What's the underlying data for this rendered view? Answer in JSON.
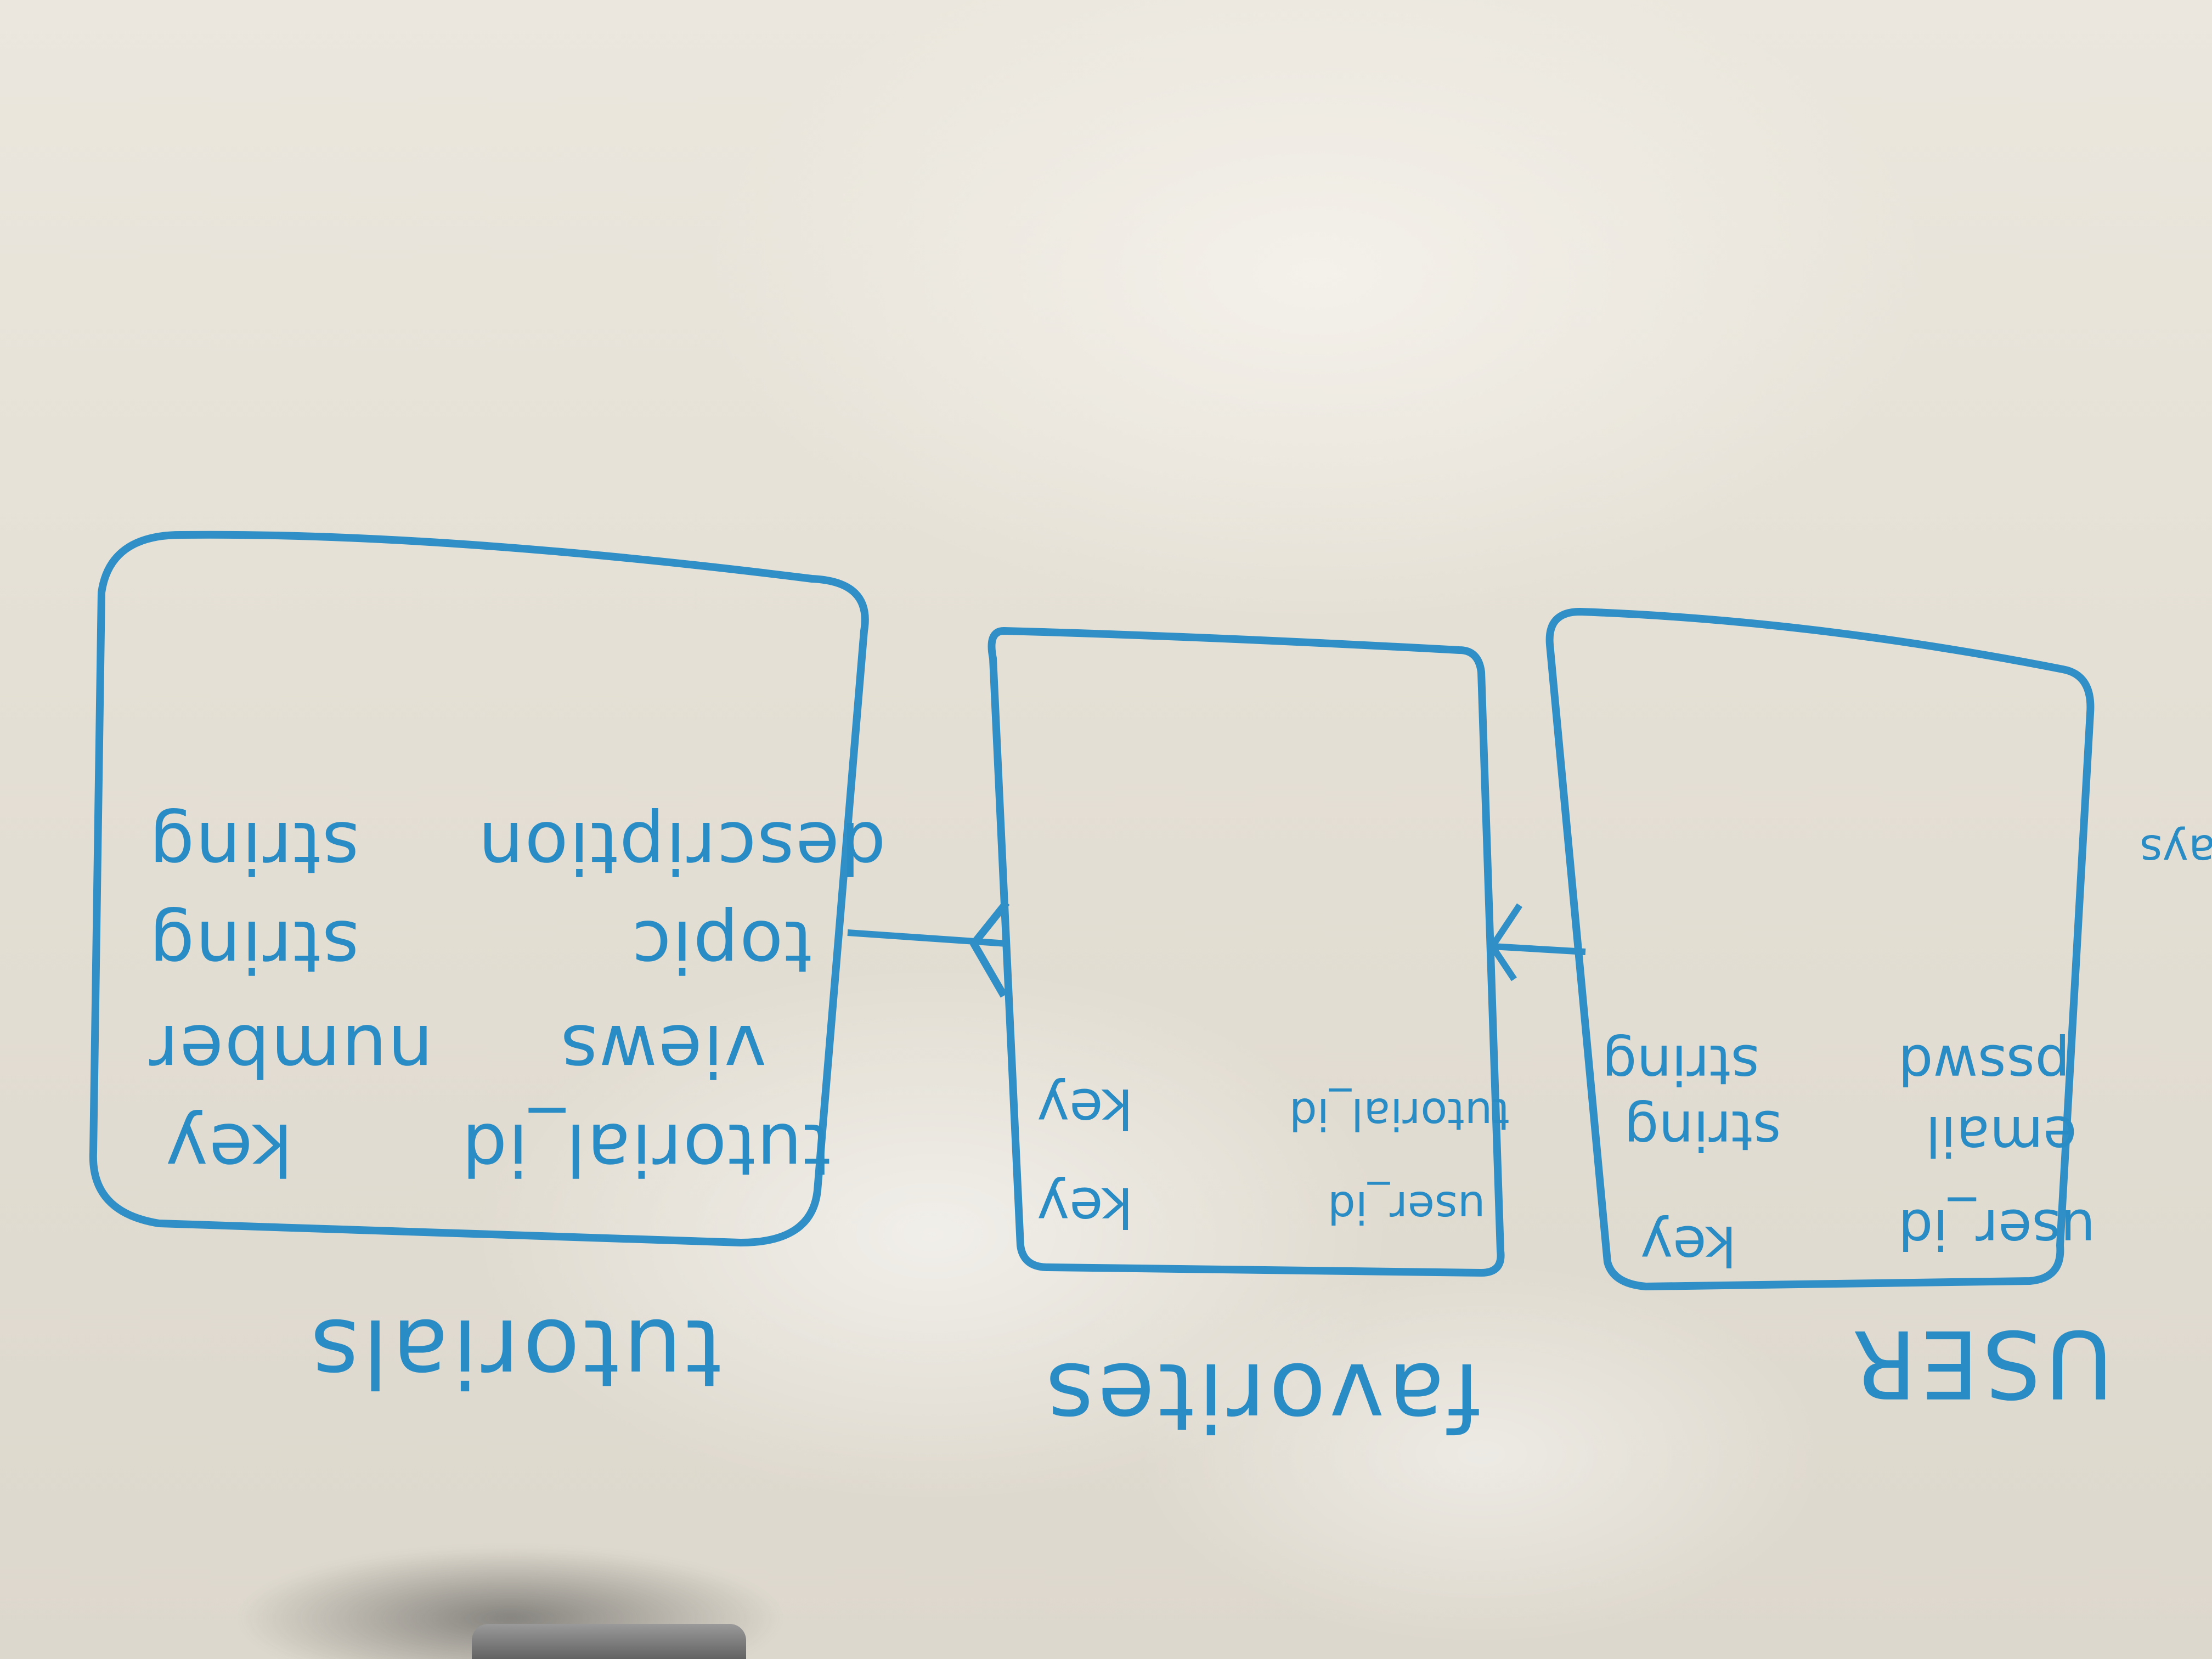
{
  "ink_color": "#2a8cc4",
  "entities": {
    "tutorials": {
      "title": "tutorials",
      "rows": [
        {
          "field": "tutorial_id",
          "type": "key"
        },
        {
          "field": "views",
          "type": "number"
        },
        {
          "field": "topic",
          "type": "string"
        },
        {
          "field": "description",
          "type": "string"
        }
      ]
    },
    "favorites": {
      "title": "favorites",
      "rows": [
        {
          "field": "user_id",
          "type": "key"
        },
        {
          "field": "tutorial_id",
          "type": "key"
        }
      ]
    },
    "user": {
      "title": "USER",
      "rows": [
        {
          "field": "user_id",
          "type": "key"
        },
        {
          "field": "email",
          "type": "string"
        },
        {
          "field": "psswd",
          "type": "string"
        }
      ]
    }
  },
  "edge_note": "plays"
}
